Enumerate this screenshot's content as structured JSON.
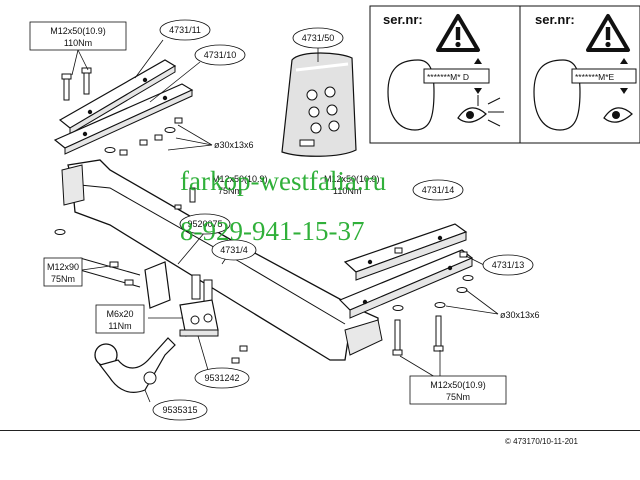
{
  "callouts": {
    "bolt_top": "M12x50(10.9)",
    "torque_top": "110Nm",
    "part_4731_11": "4731/11",
    "part_4731_10": "4731/10",
    "part_4731_50": "4731/50",
    "washer_top": "ø30x13x6",
    "bolt_mid_a": "M12x50(10.9)",
    "torque_mid_a": "75Nm",
    "bolt_mid_b": "M12x50(10.9)",
    "torque_mid_b": "110Nm",
    "part_4731_14": "4731/14",
    "part_9520075": "9520075",
    "part_4731_4": "4731/4",
    "bolt_left": "M12x90",
    "torque_left": "75Nm",
    "bolt_small": "M6x20",
    "torque_small": "11Nm",
    "part_4731_13": "4731/13",
    "washer_right": "ø30x13x6",
    "part_9531242": "9531242",
    "part_9535315": "9535315",
    "bolt_bottom": "M12x50(10.9)",
    "torque_bottom": "75Nm"
  },
  "serial_panels": [
    {
      "heading": "ser.nr:",
      "code": "*******M* D"
    },
    {
      "heading": "ser.nr:",
      "code": "*******M*E"
    }
  ],
  "watermark": {
    "site": "farkop-westfalia.ru",
    "phone": "8-929-941-15-37"
  },
  "footer": "© 473170/10-11-201"
}
